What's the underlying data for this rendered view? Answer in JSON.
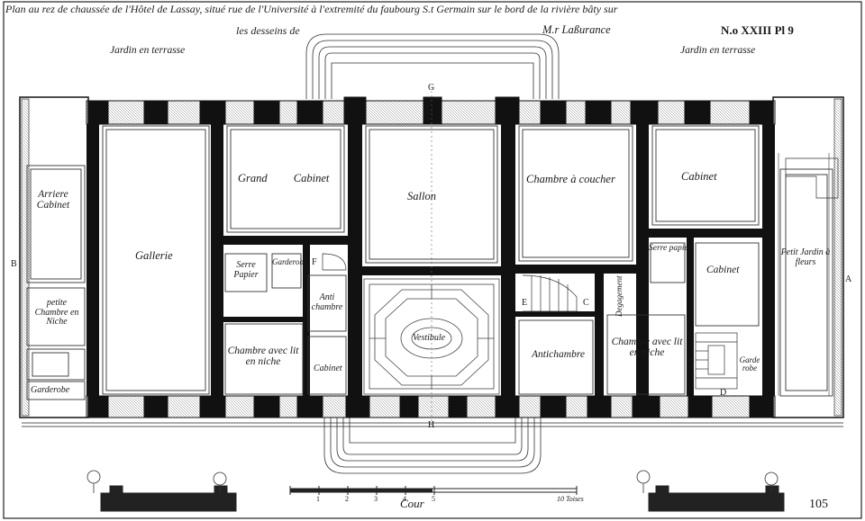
{
  "title": {
    "line1": "Plan au rez de chaussée de l'Hôtel de Lassay, situé rue de l'Université à l'extremité du faubourg S.t Germain sur le bord de la rivière bâty sur",
    "line2_a": "les desseins de",
    "line2_b": "M.r Laßurance",
    "plate": "N.o XXIII Pl 9"
  },
  "garden": {
    "left": "Jardin en terrasse",
    "right": "Jardin en terrasse"
  },
  "rooms": {
    "arriere_cabinet": "Arriere Cabinet",
    "gallerie": "Gallerie",
    "grand_cabinet": "Grand Cabinet",
    "sallon": "Sallon",
    "chambre_coucher": "Chambre à coucher",
    "cabinet_right": "Cabinet",
    "petite_chambre": "petite Chambre en Niche",
    "garderobe_left": "Garderobe",
    "serre_papier_left": "Serre Papier",
    "garderobe_mid": "Garderobe",
    "antichambre_mid": "Anti chambre",
    "chambre_alcove_left": "Chambre avec lit en niche",
    "cabinet_small": "Cabinet",
    "vestibule": "Vestibule",
    "antichambre_right": "Antichambre",
    "degagement": "Degagement",
    "chambre_alcove_right": "Chambre avec lit en niche",
    "serre_papier_right": "Serre papier",
    "cabinet_right2": "Cabinet",
    "garderobe_right": "Garde robe",
    "petit_jardin": "Petit Jardin à fleurs"
  },
  "letters": {
    "A": "A",
    "B": "B",
    "C": "C",
    "D": "D",
    "E": "E",
    "F": "F",
    "G": "G",
    "H": "H"
  },
  "scale": {
    "ticks": [
      "1",
      "2",
      "3",
      "4",
      "5"
    ],
    "end_label": "10 Toises"
  },
  "cour": "Cour",
  "page_number": "105"
}
